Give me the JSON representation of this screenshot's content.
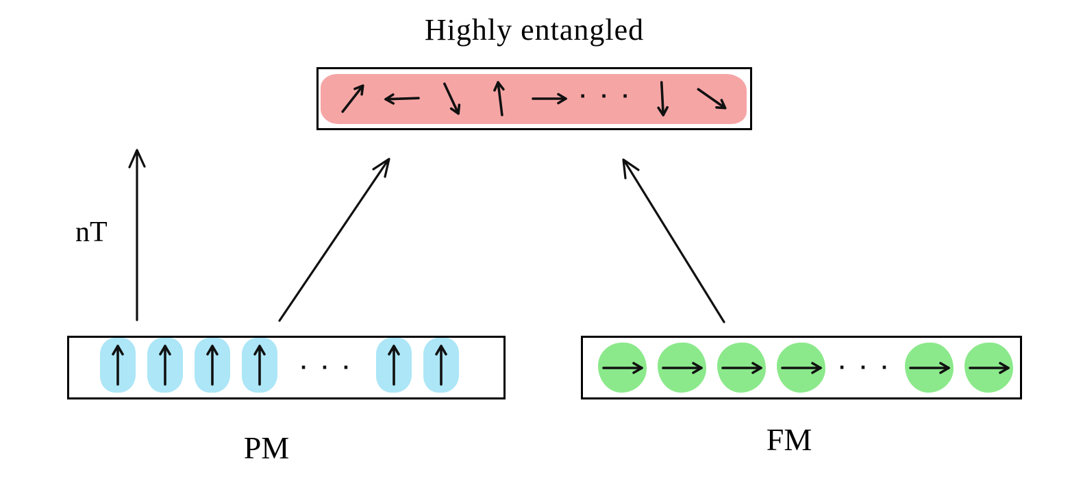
{
  "title": "Highly entangled",
  "axis": {
    "label": "nT"
  },
  "ellipsis": "· · ·",
  "entangled_box": {
    "spins": [
      "ne",
      "w",
      "s-tilt",
      "n-tilt",
      "e",
      "dots",
      "s",
      "se"
    ]
  },
  "pm_box": {
    "label": "PM",
    "spins": [
      "n",
      "n",
      "n",
      "n",
      "dots",
      "n",
      "n"
    ]
  },
  "fm_box": {
    "label": "FM",
    "spins": [
      "e",
      "e",
      "e",
      "e",
      "dots",
      "e",
      "e"
    ]
  },
  "colors": {
    "entangled_highlight": "#F6A5A5",
    "pm_site": "#ACE6F7",
    "fm_site": "#8BE98B",
    "ink": "#111111"
  }
}
